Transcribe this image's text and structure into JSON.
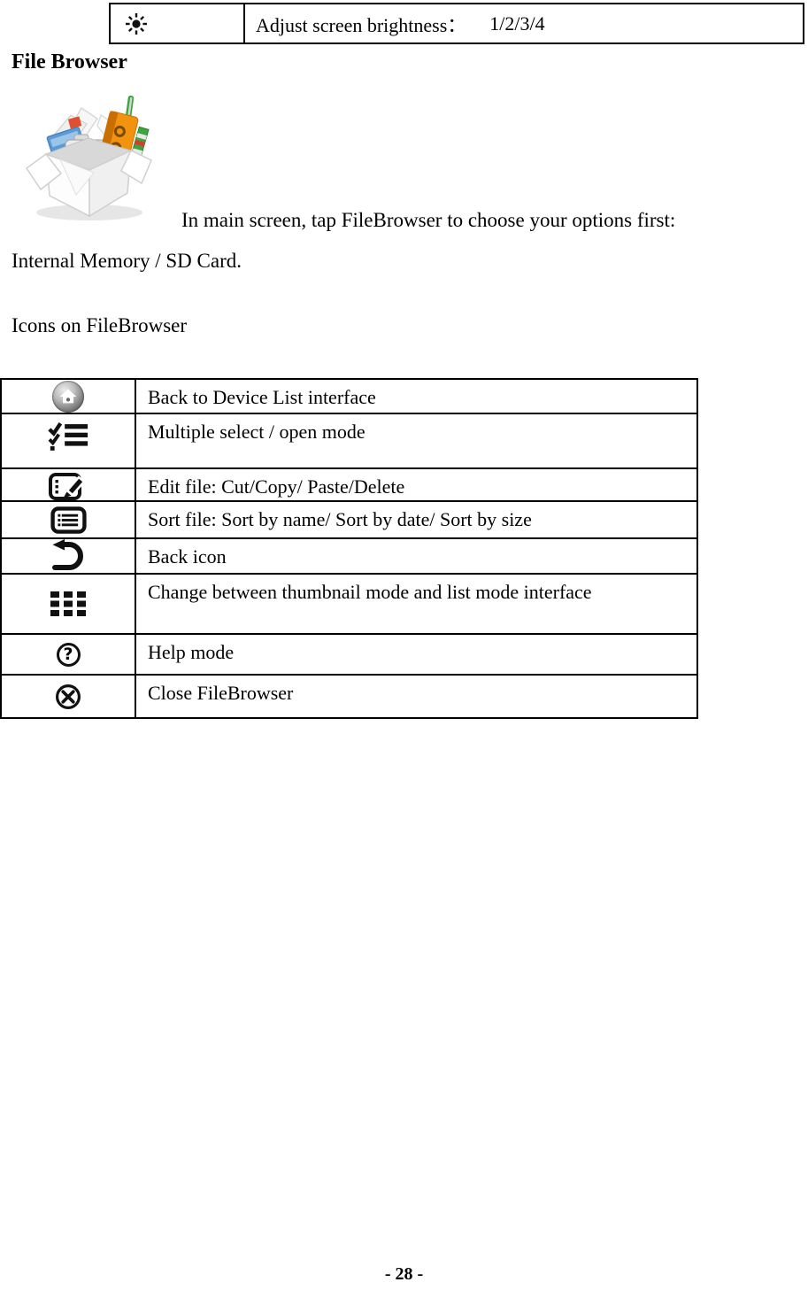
{
  "top_table": {
    "icon": "brightness-icon",
    "label": "Adjust screen brightness：",
    "value": "1/2/3/4"
  },
  "headings": {
    "file_browser": "File Browser",
    "icons_on_filebrowser": "Icons on FileBrowser"
  },
  "paragraphs": {
    "intro_line1": "In main screen, tap FileBrowser to choose your options first:",
    "intro_line2": "Internal Memory / SD Card."
  },
  "filebrowser_illustration": "filebrowser-open-box-icon",
  "icons_table": {
    "rows": [
      {
        "icon": "home-device-list-icon",
        "description": "Back to Device List interface"
      },
      {
        "icon": "multi-select-icon",
        "description": "Multiple select / open mode"
      },
      {
        "icon": "edit-file-icon",
        "description": "Edit file: Cut/Copy/ Paste/Delete"
      },
      {
        "icon": "sort-file-icon",
        "description": "Sort file: Sort by name/ Sort by date/ Sort by size"
      },
      {
        "icon": "back-arrow-icon",
        "description": "Back icon"
      },
      {
        "icon": "thumbnail-list-toggle-icon",
        "description": "Change between thumbnail mode and list mode interface"
      },
      {
        "icon": "help-icon",
        "description": "Help mode"
      },
      {
        "icon": "close-icon",
        "description": "Close FileBrowser"
      }
    ],
    "help_glyph": "?"
  },
  "page": {
    "number_label": "- 28 -"
  },
  "colors": {
    "text": "#000000",
    "table_border": "#000000",
    "binder_orange": "#F2930F",
    "card_blue": "#5B9BD5",
    "pen_green": "#3FA43F"
  }
}
